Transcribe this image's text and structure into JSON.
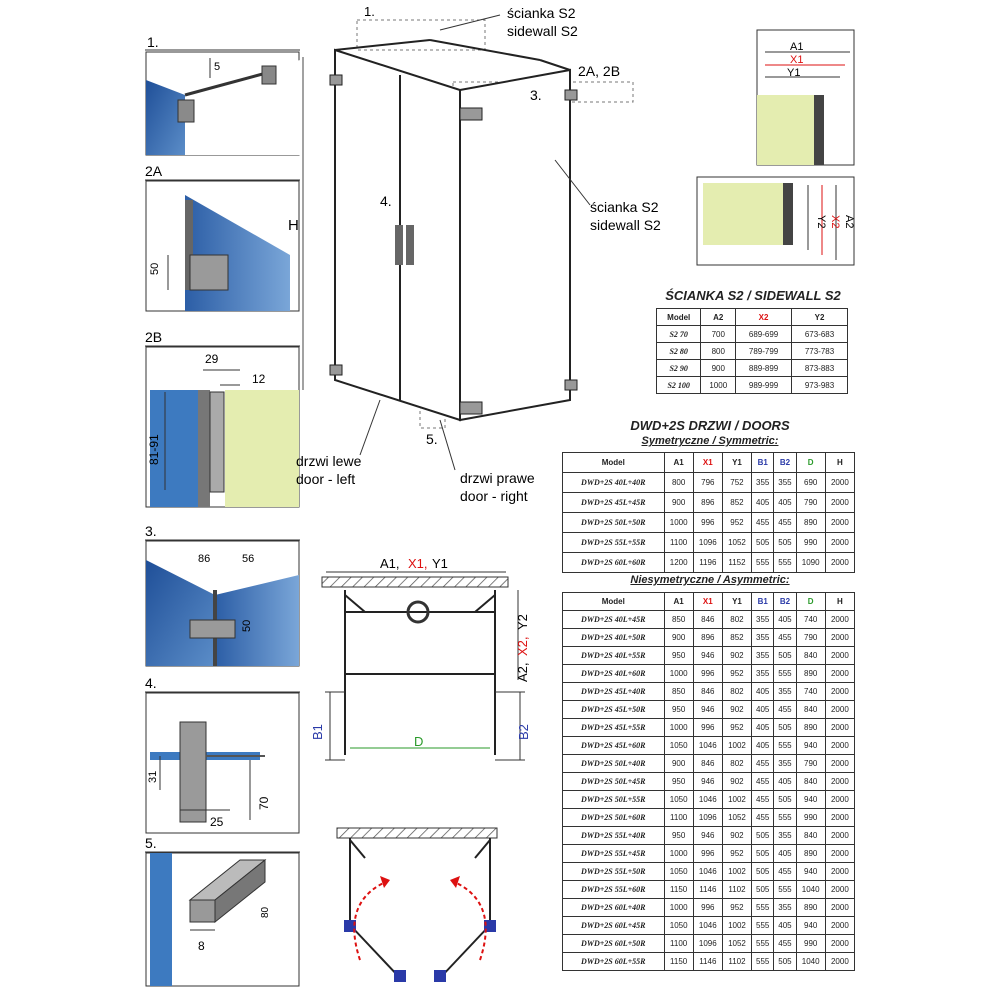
{
  "detail_labels": {
    "d1": "1.",
    "d2a": "2A",
    "d2b": "2B",
    "d3": "3.",
    "d4": "4.",
    "d5": "5."
  },
  "detail_dims": {
    "d1_5": "5",
    "d2a_50": "50",
    "d2b_29": "29",
    "d2b_12": "12",
    "d2b_81_91": "81-91",
    "d3_86": "86",
    "d3_56": "56",
    "d3_50": "50",
    "d4_31": "31",
    "d4_25": "25",
    "d4_70": "70",
    "d5_8": "8",
    "d5_80": "80"
  },
  "main_view": {
    "label_1": "1.",
    "label_sidewall_top_pl": "ścianka S2",
    "label_sidewall_top_en": "sidewall S2",
    "label_2a2b": "2A, 2B",
    "label_3": "3.",
    "label_4": "4.",
    "label_5": "5.",
    "label_h": "H",
    "label_sidewall_right_pl": "ścianka S2",
    "label_sidewall_right_en": "sidewall S2",
    "door_left_pl": "drzwi lewe",
    "door_left_en": "door - left",
    "door_right_pl": "drzwi prawe",
    "door_right_en": "door - right"
  },
  "profile_dims": {
    "a1": "A1",
    "x1": "X1",
    "y1": "Y1",
    "a2": "A2",
    "x2": "X2",
    "y2": "Y2"
  },
  "plan_dims": {
    "a1": "A1,",
    "x1": "X1,",
    "y1": "Y1",
    "a2": "A2,",
    "x2": "X2,",
    "y2": "Y2",
    "b1": "B1",
    "b2": "B2",
    "d": "D"
  },
  "sidewall_table": {
    "title": "ŚCIANKA S2 / SIDEWALL S2",
    "headers": [
      "Model",
      "A2",
      "X2",
      "Y2"
    ],
    "rows": [
      [
        "S2 70",
        "700",
        "689-699",
        "673-683"
      ],
      [
        "S2 80",
        "800",
        "789-799",
        "773-783"
      ],
      [
        "S2 90",
        "900",
        "889-899",
        "873-883"
      ],
      [
        "S2 100",
        "1000",
        "989-999",
        "973-983"
      ]
    ]
  },
  "doors_title": "DWD+2S DRZWI / DOORS",
  "sym_table": {
    "title": "Symetryczne / Symmetric:",
    "headers": [
      "Model",
      "A1",
      "X1",
      "Y1",
      "B1",
      "B2",
      "D",
      "H"
    ],
    "rows": [
      [
        "DWD+2S 40L+40R",
        "800",
        "796",
        "752",
        "355",
        "355",
        "690",
        "2000"
      ],
      [
        "DWD+2S 45L+45R",
        "900",
        "896",
        "852",
        "405",
        "405",
        "790",
        "2000"
      ],
      [
        "DWD+2S 50L+50R",
        "1000",
        "996",
        "952",
        "455",
        "455",
        "890",
        "2000"
      ],
      [
        "DWD+2S 55L+55R",
        "1100",
        "1096",
        "1052",
        "505",
        "505",
        "990",
        "2000"
      ],
      [
        "DWD+2S 60L+60R",
        "1200",
        "1196",
        "1152",
        "555",
        "555",
        "1090",
        "2000"
      ]
    ]
  },
  "asym_table": {
    "title": "Niesymetryczne / Asymmetric:",
    "headers": [
      "Model",
      "A1",
      "X1",
      "Y1",
      "B1",
      "B2",
      "D",
      "H"
    ],
    "rows": [
      [
        "DWD+2S 40L+45R",
        "850",
        "846",
        "802",
        "355",
        "405",
        "740",
        "2000"
      ],
      [
        "DWD+2S 40L+50R",
        "900",
        "896",
        "852",
        "355",
        "455",
        "790",
        "2000"
      ],
      [
        "DWD+2S 40L+55R",
        "950",
        "946",
        "902",
        "355",
        "505",
        "840",
        "2000"
      ],
      [
        "DWD+2S 40L+60R",
        "1000",
        "996",
        "952",
        "355",
        "555",
        "890",
        "2000"
      ],
      [
        "DWD+2S 45L+40R",
        "850",
        "846",
        "802",
        "405",
        "355",
        "740",
        "2000"
      ],
      [
        "DWD+2S 45L+50R",
        "950",
        "946",
        "902",
        "405",
        "455",
        "840",
        "2000"
      ],
      [
        "DWD+2S 45L+55R",
        "1000",
        "996",
        "952",
        "405",
        "505",
        "890",
        "2000"
      ],
      [
        "DWD+2S 45L+60R",
        "1050",
        "1046",
        "1002",
        "405",
        "555",
        "940",
        "2000"
      ],
      [
        "DWD+2S 50L+40R",
        "900",
        "846",
        "802",
        "455",
        "355",
        "790",
        "2000"
      ],
      [
        "DWD+2S 50L+45R",
        "950",
        "946",
        "902",
        "455",
        "405",
        "840",
        "2000"
      ],
      [
        "DWD+2S 50L+55R",
        "1050",
        "1046",
        "1002",
        "455",
        "505",
        "940",
        "2000"
      ],
      [
        "DWD+2S 50L+60R",
        "1100",
        "1096",
        "1052",
        "455",
        "555",
        "990",
        "2000"
      ],
      [
        "DWD+2S 55L+40R",
        "950",
        "946",
        "902",
        "505",
        "355",
        "840",
        "2000"
      ],
      [
        "DWD+2S 55L+45R",
        "1000",
        "996",
        "952",
        "505",
        "405",
        "890",
        "2000"
      ],
      [
        "DWD+2S 55L+50R",
        "1050",
        "1046",
        "1002",
        "505",
        "455",
        "940",
        "2000"
      ],
      [
        "DWD+2S 55L+60R",
        "1150",
        "1146",
        "1102",
        "505",
        "555",
        "1040",
        "2000"
      ],
      [
        "DWD+2S 60L+40R",
        "1000",
        "996",
        "952",
        "555",
        "355",
        "890",
        "2000"
      ],
      [
        "DWD+2S 60L+45R",
        "1050",
        "1046",
        "1002",
        "555",
        "405",
        "940",
        "2000"
      ],
      [
        "DWD+2S 60L+50R",
        "1100",
        "1096",
        "1052",
        "555",
        "455",
        "990",
        "2000"
      ],
      [
        "DWD+2S 60L+55R",
        "1150",
        "1146",
        "1102",
        "555",
        "505",
        "1040",
        "2000"
      ]
    ]
  }
}
